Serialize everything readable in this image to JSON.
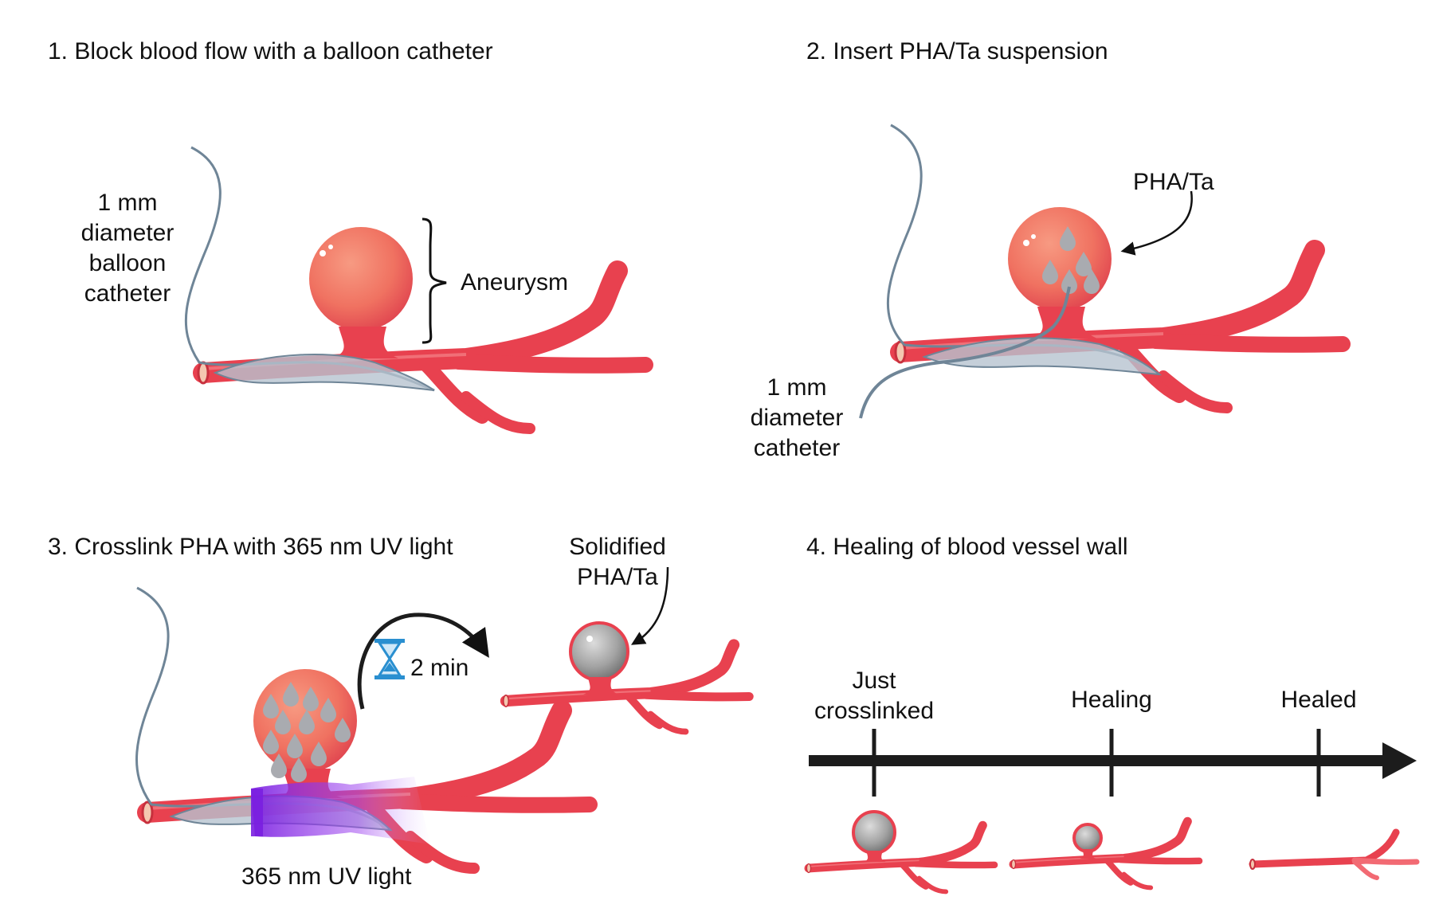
{
  "panels": {
    "p1": {
      "title": "1. Block blood flow with a balloon catheter",
      "catheter_label": [
        "1 mm",
        "diameter",
        "balloon",
        "catheter"
      ],
      "aneurysm_label": "Aneurysm"
    },
    "p2": {
      "title": "2. Insert PHA/Ta suspension",
      "pha_label": "PHA/Ta",
      "catheter_label": [
        "1 mm",
        "diameter",
        "catheter"
      ]
    },
    "p3": {
      "title": "3. Crosslink PHA with 365 nm UV light",
      "solid_label": [
        "Solidified",
        "PHA/Ta"
      ],
      "time_label": "2 min",
      "uv_label": "365 nm UV light"
    },
    "p4": {
      "title": "4. Healing of blood vessel wall",
      "stages": [
        {
          "label": [
            "Just",
            "crosslinked"
          ]
        },
        {
          "label": [
            "Healing"
          ]
        },
        {
          "label": [
            "Healed"
          ]
        }
      ]
    }
  },
  "colors": {
    "vessel": "#e8414f",
    "vessel_light": "#f26a73",
    "aneurysm": "#f07261",
    "catheter": "#6f8597",
    "drop": "#a9abb0",
    "uv": "#8a2be2",
    "timeline": "#1c1c1c",
    "hourglass": "#2a8fd0"
  },
  "icons": {
    "timer": "hourglass-icon"
  }
}
